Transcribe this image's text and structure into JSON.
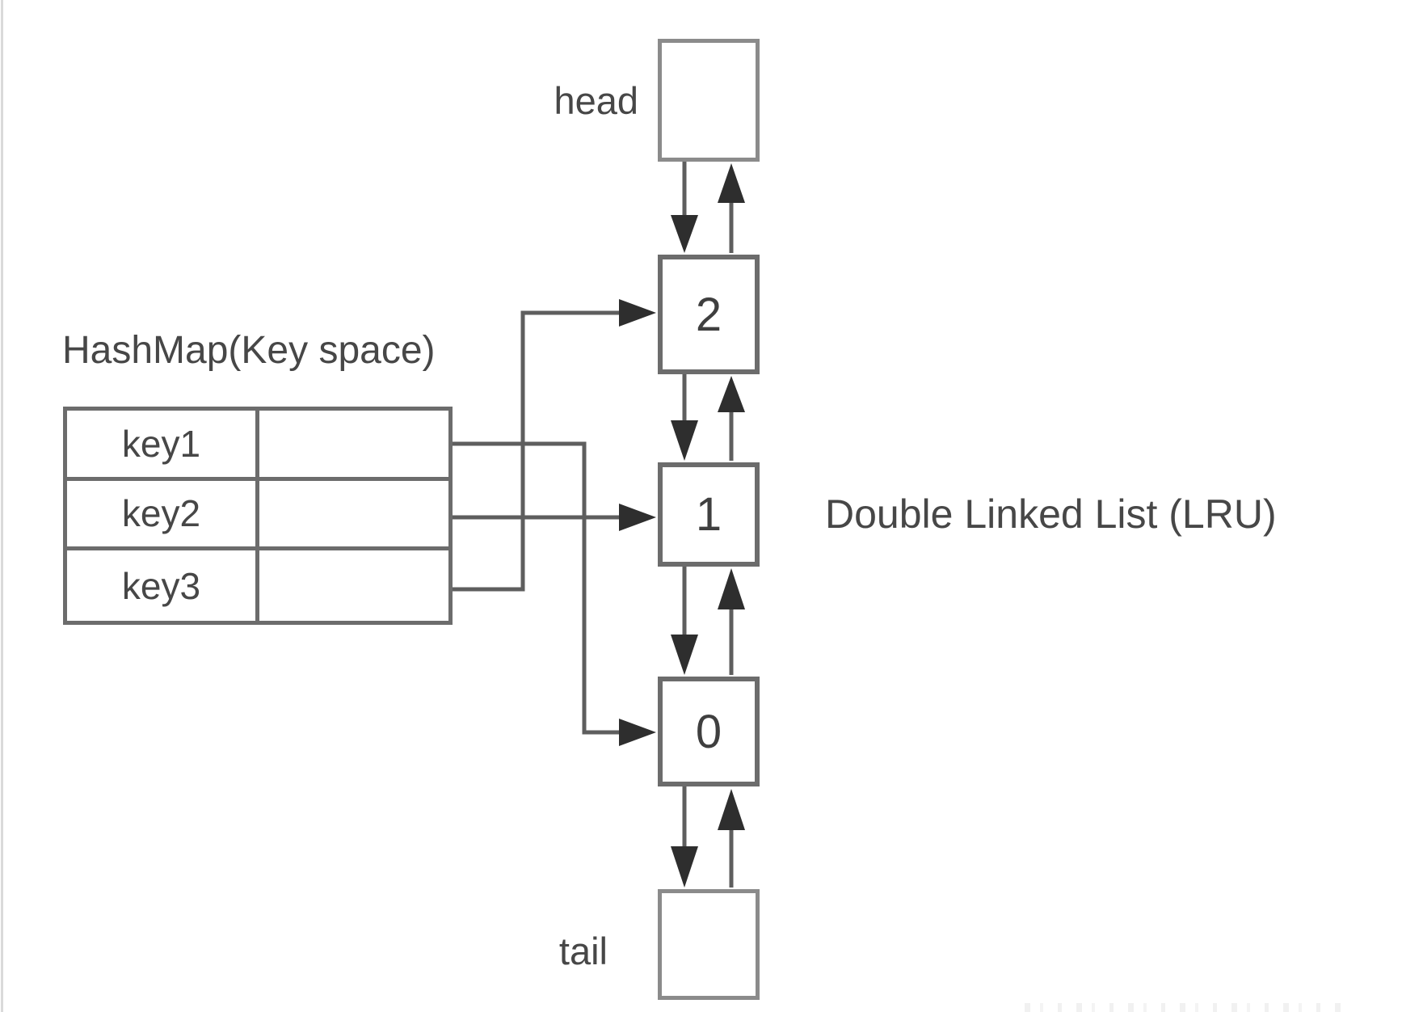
{
  "hashmap": {
    "title": "HashMap(Key space)",
    "rows": [
      {
        "key": "key1",
        "value": ""
      },
      {
        "key": "key2",
        "value": ""
      },
      {
        "key": "key3",
        "value": ""
      }
    ]
  },
  "linked_list": {
    "caption": "Double Linked List (LRU)",
    "head_label": "head",
    "tail_label": "tail",
    "nodes": [
      {
        "value": "2"
      },
      {
        "value": "1"
      },
      {
        "value": "0"
      }
    ]
  },
  "colors": {
    "node_border": "#6c6c6c",
    "endpoint_border": "#8b8b8b",
    "table_border": "#6c6c6c",
    "line": "#5e5e5e",
    "arrowhead": "#2e2e2e",
    "text": "#474747",
    "page_bg": "#ffffff"
  }
}
